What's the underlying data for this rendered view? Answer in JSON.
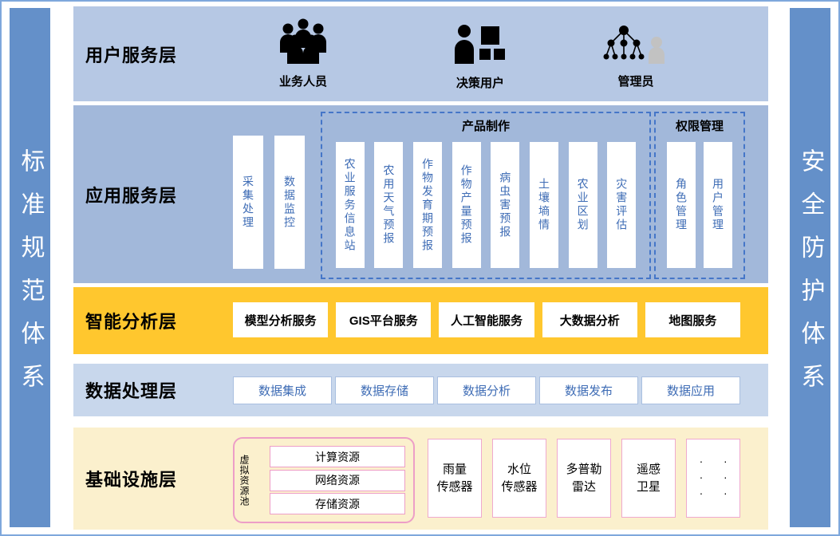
{
  "sidebars": {
    "left": "标准规范体系",
    "right": "安全防护体系"
  },
  "user_layer": {
    "label": "用户服务层",
    "items": [
      {
        "icon": "business-users-icon",
        "label": "业务人员"
      },
      {
        "icon": "decision-user-icon",
        "label": "决策用户"
      },
      {
        "icon": "admin-hierarchy-icon",
        "label": "管理员"
      }
    ]
  },
  "app_layer": {
    "label": "应用服务层",
    "standalone": [
      "采集处理",
      "数据监控"
    ],
    "product_group": {
      "title": "产品制作",
      "items": [
        "农业服务信息站",
        "农用天气预报",
        "作物发育期预报",
        "作物产量预报",
        "病虫害预报",
        "土壤墒情",
        "农业区划",
        "灾害评估"
      ]
    },
    "permission_group": {
      "title": "权限管理",
      "items": [
        "角色管理",
        "用户管理"
      ]
    }
  },
  "analysis_layer": {
    "label": "智能分析层",
    "items": [
      "模型分析服务",
      "GIS平台服务",
      "人工智能服务",
      "大数据分析",
      "地图服务"
    ]
  },
  "data_layer": {
    "label": "数据处理层",
    "items": [
      "数据集成",
      "数据存储",
      "数据分析",
      "数据发布",
      "数据应用"
    ]
  },
  "infra_layer": {
    "label": "基础设施层",
    "pool": {
      "label": "虚拟资源池",
      "items": [
        "计算资源",
        "网络资源",
        "存储资源"
      ]
    },
    "devices": [
      {
        "line1": "雨量",
        "line2": "传感器"
      },
      {
        "line1": "水位",
        "line2": "传感器"
      },
      {
        "line1": "多普勒",
        "line2": "雷达"
      },
      {
        "line1": "遥感",
        "line2": "卫星"
      }
    ],
    "ellipsis": "···"
  },
  "colors": {
    "sidebar_blue": "#6490C9",
    "user_layer_bg": "#B6C8E4",
    "app_layer_bg": "#A2B8DA",
    "analysis_layer_bg": "#FFC72E",
    "data_layer_bg": "#C8D7EC",
    "infra_layer_bg": "#FBF0CD",
    "card_text_blue": "#3E6CB5",
    "dashed_border_blue": "#4576C8",
    "pink_border": "#ED9EC7"
  }
}
